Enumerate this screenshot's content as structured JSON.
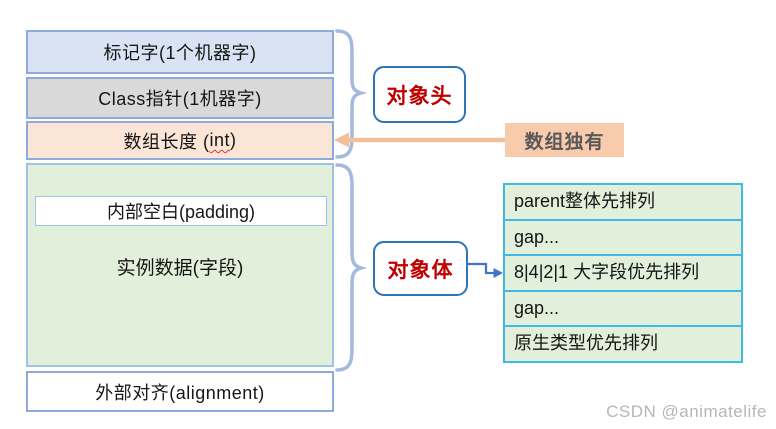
{
  "boxes": {
    "mark_word": "标记字(1个机器字)",
    "class_pointer": "Class指针(1机器字)",
    "array_length": {
      "prefix": "数组长度 (",
      "word": "int",
      "suffix": ")"
    },
    "inner_padding": "内部空白(padding)",
    "instance_data": "实例数据(字段)",
    "alignment": "外部对齐(alignment)"
  },
  "callouts": {
    "object_header": "对象头",
    "object_body": "对象体",
    "array_only": "数组独有"
  },
  "field_order_list": {
    "rows": [
      "parent整体先排列",
      "gap...",
      "8|4|2|1 大字段优先排列",
      "gap...",
      "原生类型优先排列"
    ]
  },
  "watermark": "CSDN @animatelife",
  "colors": {
    "box_border_blue": "#8faadc",
    "mark_word_fill": "#dae3f3",
    "class_pointer_fill": "#d9d9d9",
    "array_length_fill": "#fbe5d6",
    "green_fill": "#e2efda",
    "brace_blue": "#a4b9de",
    "callout_border_blue": "#2e75b6",
    "callout_text_red": "#c00000",
    "array_only_fill": "#f8cbad",
    "array_only_text": "#595959",
    "orange_arrow": "#f2bf9b",
    "list_border_cyan": "#3fb9e5",
    "blue_arrow": "#4472c4",
    "watermark_gray": "#b6b6b6"
  }
}
